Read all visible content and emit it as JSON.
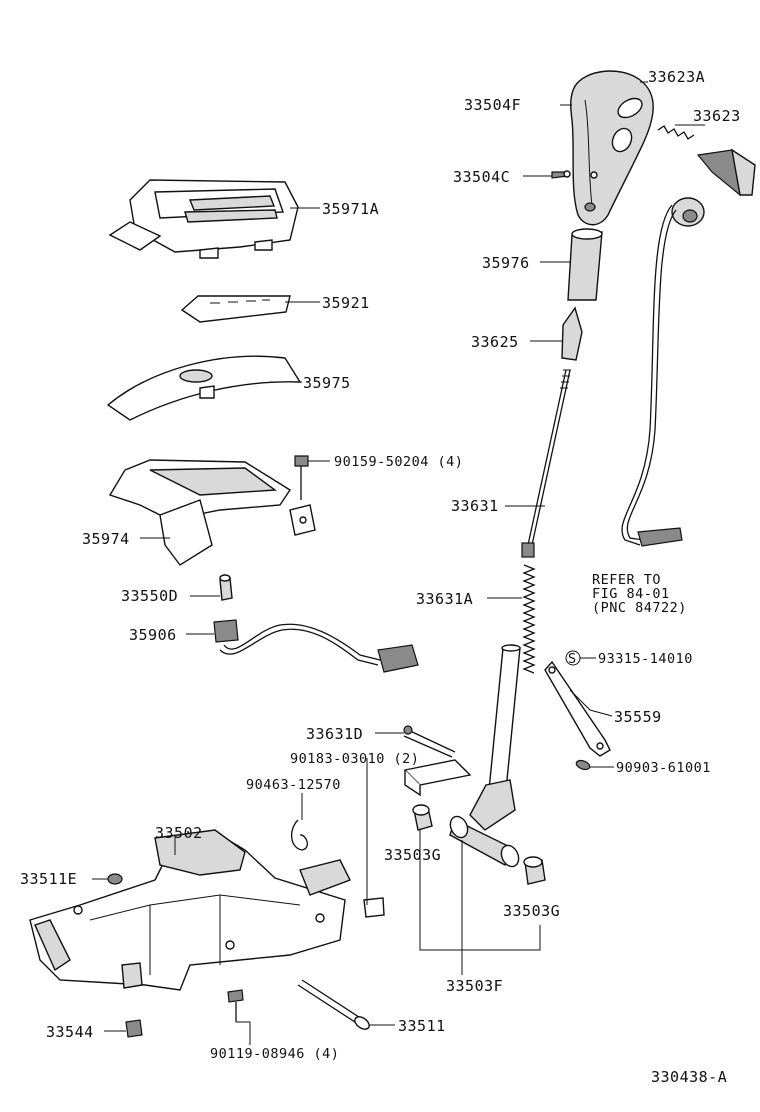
{
  "labels": {
    "l33623A": "33623A",
    "l33504F": "33504F",
    "l33623": "33623",
    "l33504C": "33504C",
    "l35971A": "35971A",
    "l35976": "35976",
    "l35921": "35921",
    "l33625": "33625",
    "l35975": "35975",
    "l90159": "90159-50204 (4)",
    "l33631": "33631",
    "l35974": "35974",
    "refer1": "REFER TO",
    "refer2": "FIG 84-01",
    "refer3": "(PNC 84722)",
    "l33550D": "33550D",
    "l33631A": "33631A",
    "l35906": "35906",
    "l93315": "93315-14010",
    "l35559": "35559",
    "l33631D": "33631D",
    "l90183": "90183-03010 (2)",
    "l90903": "90903-61001",
    "l90463": "90463-12570",
    "l33502": "33502",
    "l33511E": "33511E",
    "l33503G1": "33503G",
    "l33503G2": "33503G",
    "l33503F": "33503F",
    "l33511": "33511",
    "l33544": "33544",
    "l90119": "90119-08946 (4)",
    "s_symbol": "S",
    "diagram_id": "330438-A"
  }
}
